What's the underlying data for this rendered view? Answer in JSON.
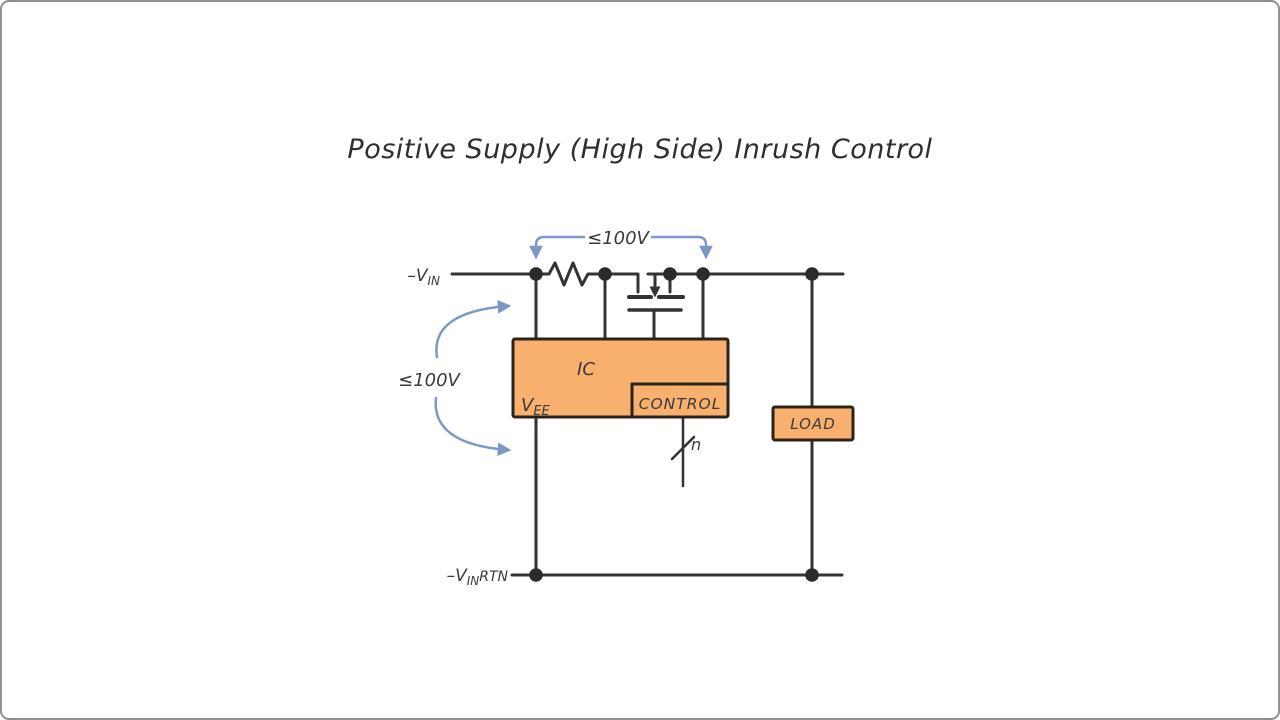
{
  "title": "Positive Supply (High Side) Inrush Control",
  "colors": {
    "ink": "#333333",
    "text": "#3A3A3A",
    "component_fill": "#F8B06E",
    "component_border": "#2C2318",
    "annotation_blue": "#7E98C6",
    "background": "#FFFFFF"
  },
  "rails": {
    "top": {
      "prefix": "–V",
      "sub": "IN"
    },
    "bottom": {
      "prefix": "–V",
      "sub": "IN",
      "suffix": "RTN"
    }
  },
  "annotations": {
    "top_voltage": "≤100V",
    "left_voltage": "≤100V",
    "bus_width": "n"
  },
  "ic": {
    "name": "IC",
    "vee_prefix": "V",
    "vee_sub": "EE",
    "control": "CONTROL"
  },
  "load": "LOAD"
}
